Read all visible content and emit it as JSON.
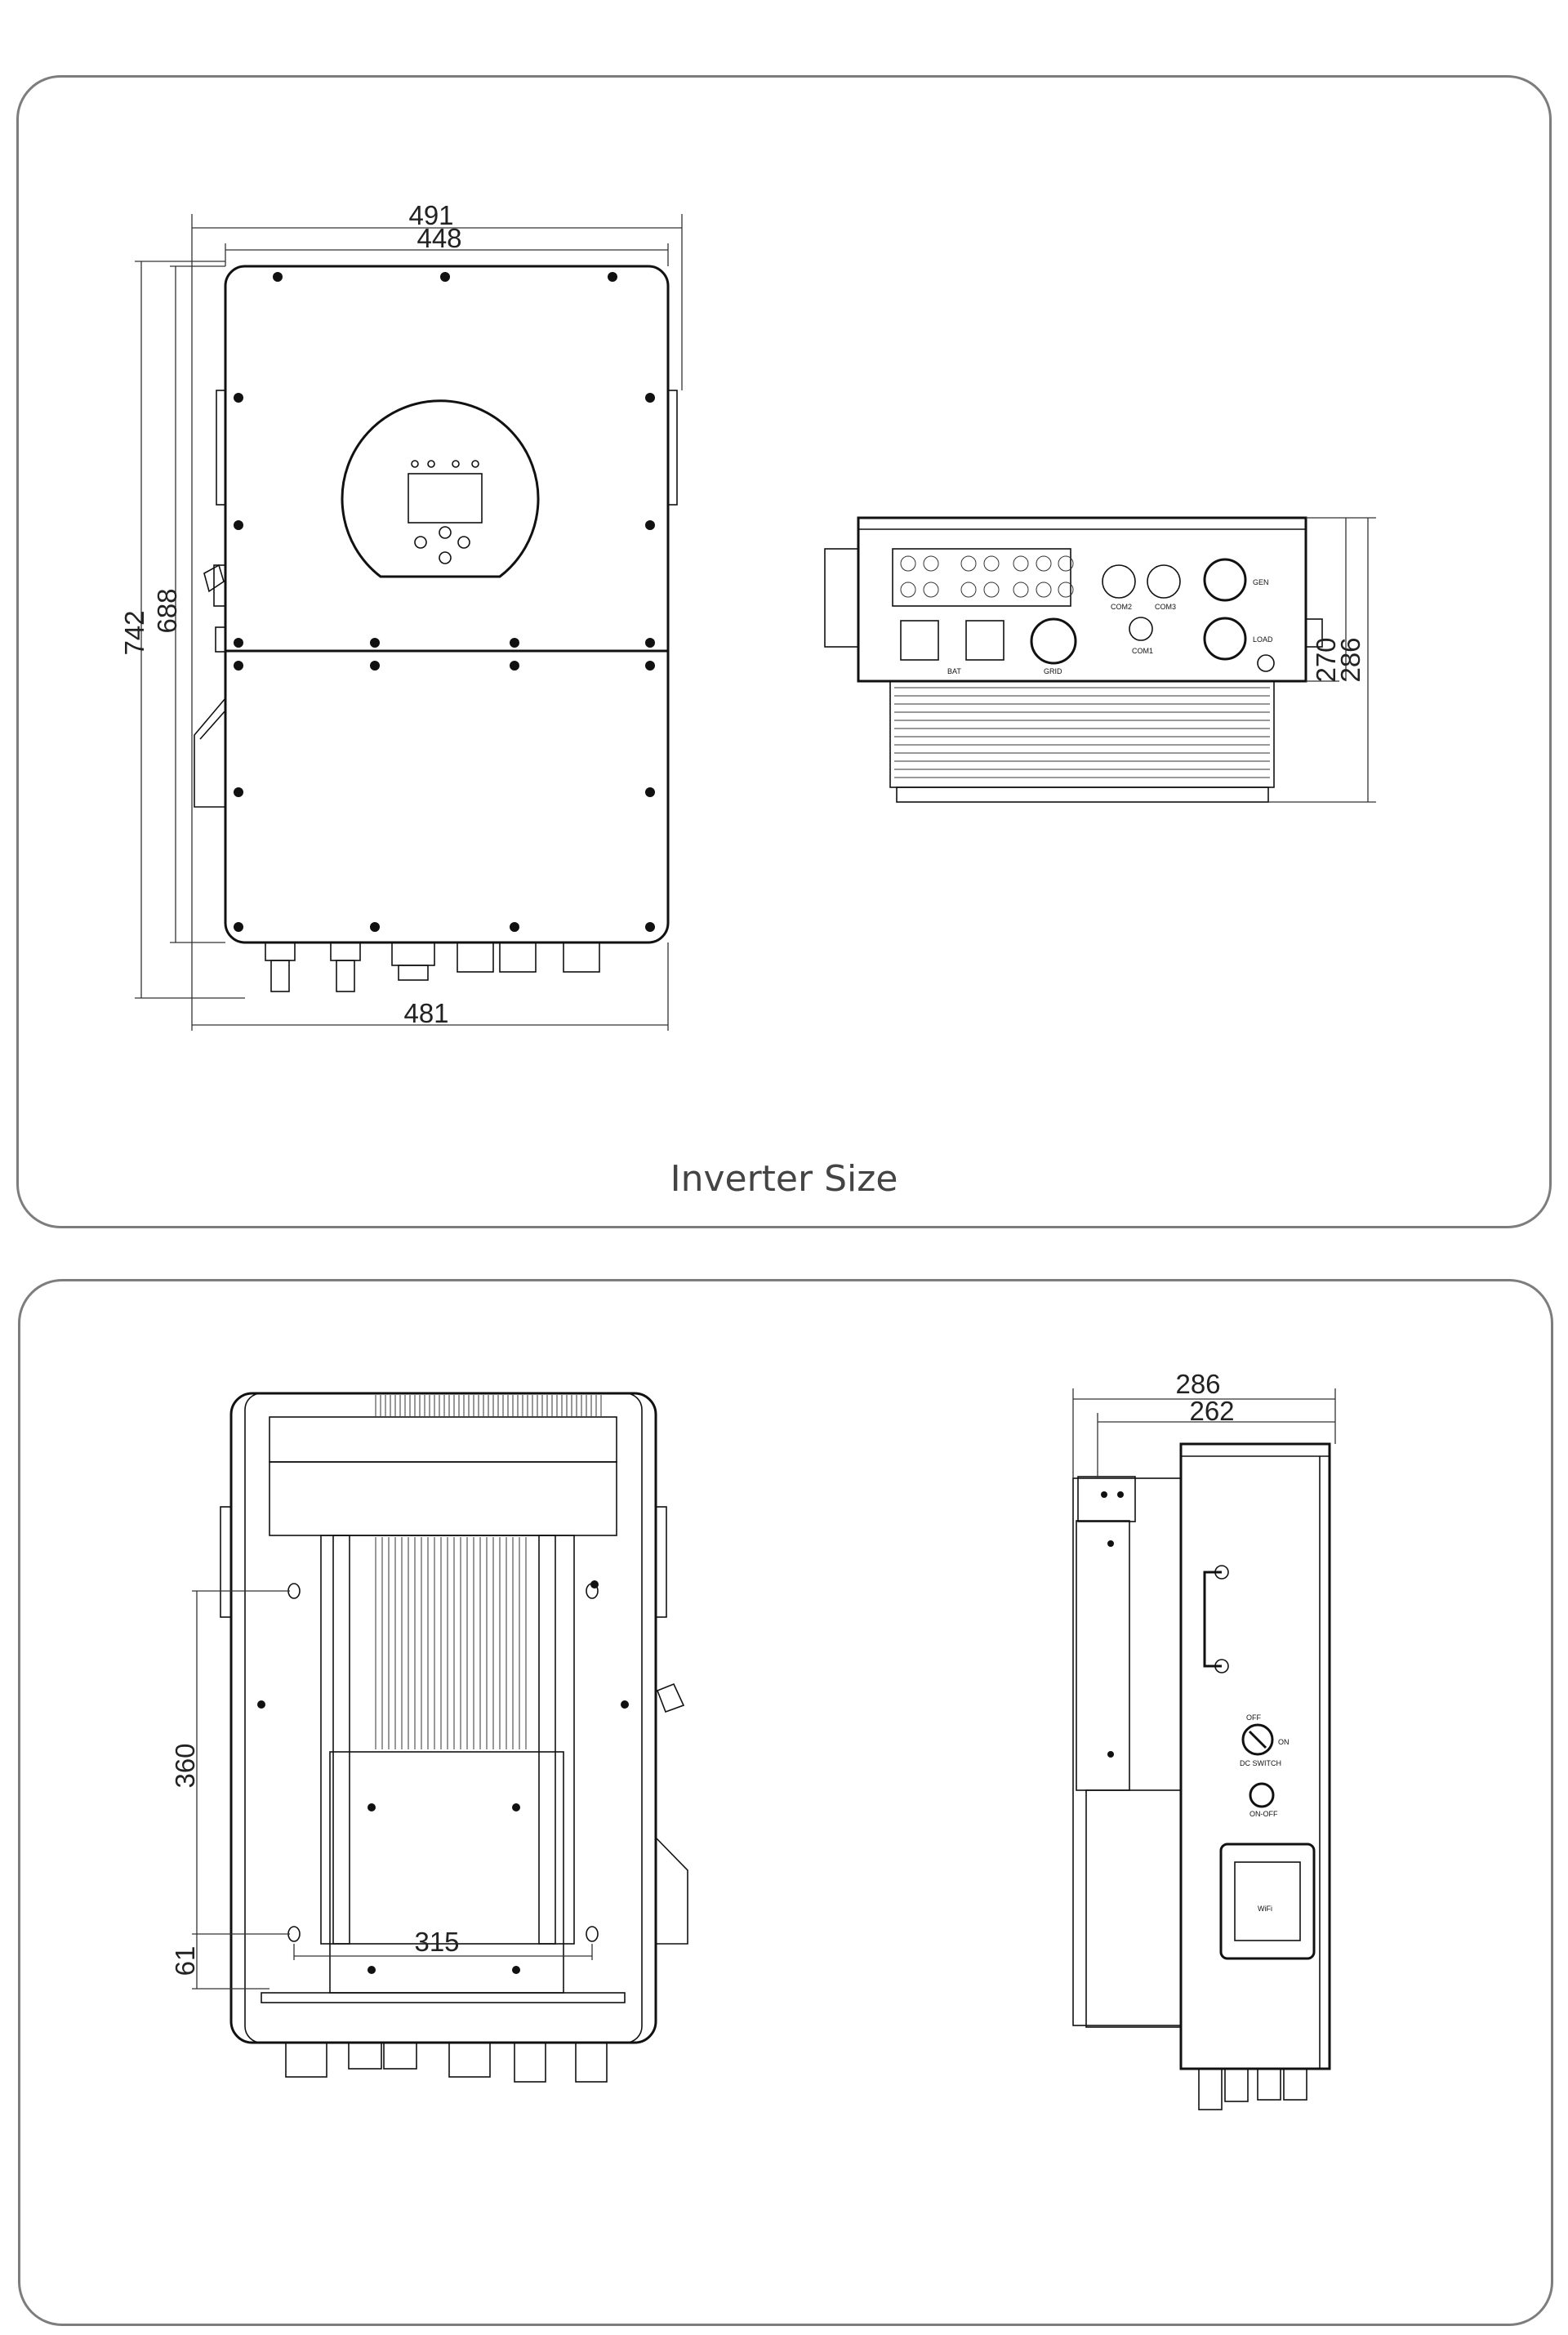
{
  "caption": "Inverter Size",
  "front_view": {
    "overall_width": "491",
    "body_width": "448",
    "overall_height": "742",
    "body_height": "688",
    "bottom_width": "481"
  },
  "bottom_view": {
    "depth_overall": "286",
    "depth_body": "270",
    "port_labels": [
      "COM2",
      "COM3",
      "COM1",
      "GEN",
      "LOAD",
      "GRID",
      "BAT"
    ]
  },
  "rear_view": {
    "mount_vertical": "360",
    "mount_bottom": "61",
    "mount_horizontal": "315"
  },
  "side_view": {
    "depth_overall": "286",
    "depth_body": "262",
    "switch_labels": [
      "OFF",
      "ON",
      "DC SWITCH",
      "ON-OFF",
      "WiFi"
    ]
  }
}
